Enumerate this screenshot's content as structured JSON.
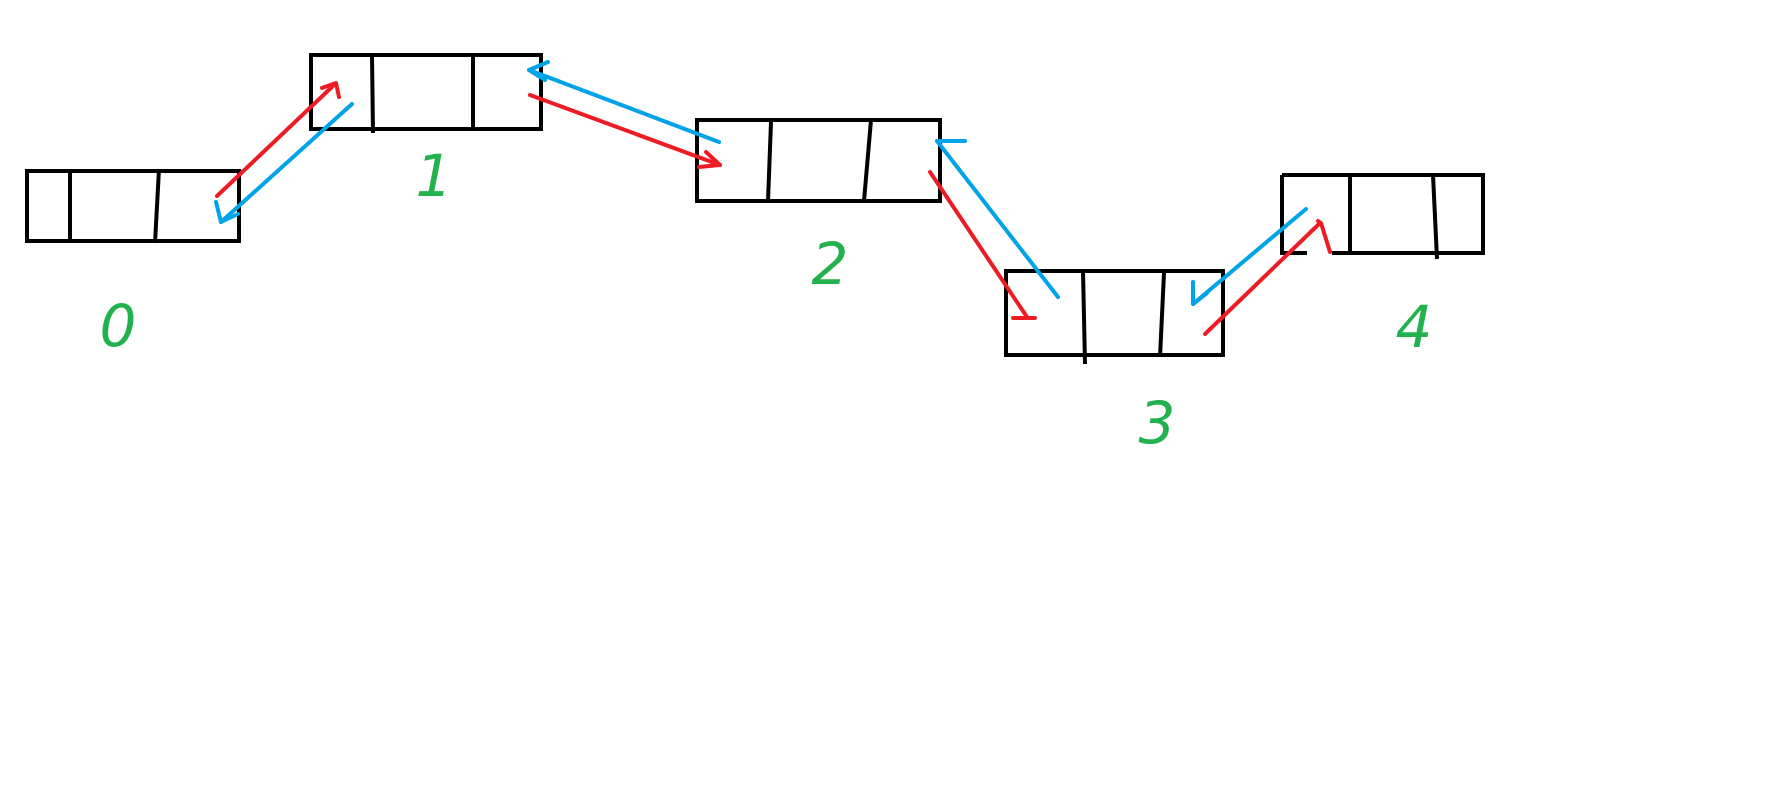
{
  "diagram": {
    "type": "doubly-linked-list",
    "nodes": [
      {
        "id": "0",
        "label": "0",
        "cells": 3
      },
      {
        "id": "1",
        "label": "1",
        "cells": 3
      },
      {
        "id": "2",
        "label": "2",
        "cells": 3
      },
      {
        "id": "3",
        "label": "3",
        "cells": 3
      },
      {
        "id": "4",
        "label": "4",
        "cells": 3
      }
    ],
    "links": [
      {
        "from": "0",
        "to": "1",
        "kind": "next",
        "color": "#ed1c24"
      },
      {
        "from": "1",
        "to": "0",
        "kind": "prev",
        "color": "#00a2e8"
      },
      {
        "from": "1",
        "to": "2",
        "kind": "next",
        "color": "#ed1c24"
      },
      {
        "from": "2",
        "to": "1",
        "kind": "prev",
        "color": "#00a2e8"
      },
      {
        "from": "2",
        "to": "3",
        "kind": "next",
        "color": "#ed1c24"
      },
      {
        "from": "3",
        "to": "2",
        "kind": "prev",
        "color": "#00a2e8"
      },
      {
        "from": "3",
        "to": "4",
        "kind": "next",
        "color": "#ed1c24"
      },
      {
        "from": "4",
        "to": "3",
        "kind": "prev",
        "color": "#00a2e8"
      }
    ],
    "colors": {
      "box_stroke": "#000000",
      "next_pointer": "#ed1c24",
      "prev_pointer": "#00a2e8",
      "label": "#22b14c",
      "background": "#ffffff"
    }
  }
}
